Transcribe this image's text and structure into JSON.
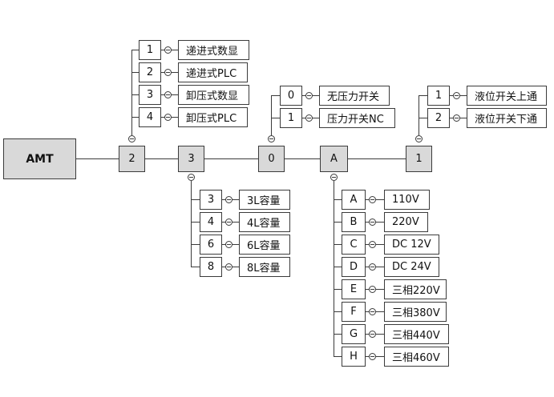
{
  "main": {
    "label": "AMT"
  },
  "code": [
    "2",
    "3",
    "0",
    "A",
    "1"
  ],
  "group_gauge": [
    {
      "key": "1",
      "label": "递进式数显"
    },
    {
      "key": "2",
      "label": "递进式PLC"
    },
    {
      "key": "3",
      "label": "卸压式数显"
    },
    {
      "key": "4",
      "label": "卸压式PLC"
    }
  ],
  "group_capacity": [
    {
      "key": "3",
      "label": "3L容量"
    },
    {
      "key": "4",
      "label": "4L容量"
    },
    {
      "key": "6",
      "label": "6L容量"
    },
    {
      "key": "8",
      "label": "8L容量"
    }
  ],
  "group_pressure": [
    {
      "key": "0",
      "label": "无压力开关"
    },
    {
      "key": "1",
      "label": "压力开关NC"
    }
  ],
  "group_voltage": [
    {
      "key": "A",
      "label": "110V"
    },
    {
      "key": "B",
      "label": "220V"
    },
    {
      "key": "C",
      "label": "DC 12V"
    },
    {
      "key": "D",
      "label": "DC 24V"
    },
    {
      "key": "E",
      "label": "三相220V"
    },
    {
      "key": "F",
      "label": "三相380V"
    },
    {
      "key": "G",
      "label": "三相440V"
    },
    {
      "key": "H",
      "label": "三相460V"
    }
  ],
  "group_level": [
    {
      "key": "1",
      "label": "液位开关上通"
    },
    {
      "key": "2",
      "label": "液位开关下通"
    }
  ]
}
